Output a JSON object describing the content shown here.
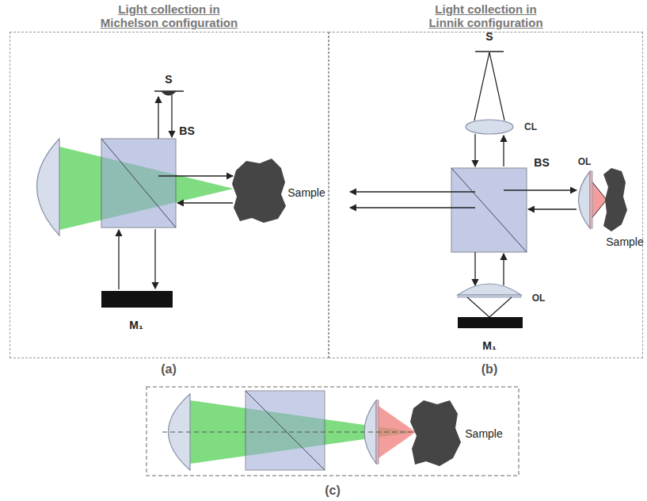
{
  "diagram": {
    "nodes": [
      {
        "text": [
          "Light collection in Michelson configuration"
        ]
      },
      {
        "text": [
          "Light collection in Linnik configuration"
        ]
      }
    ],
    "labels": [
      "S",
      "BS",
      "Sample",
      "M₁",
      "(a)",
      "S",
      "CL",
      "BS",
      "OL",
      "Sample",
      "OL",
      "M₁",
      "(b)",
      "Sample",
      "(c)"
    ]
  }
}
